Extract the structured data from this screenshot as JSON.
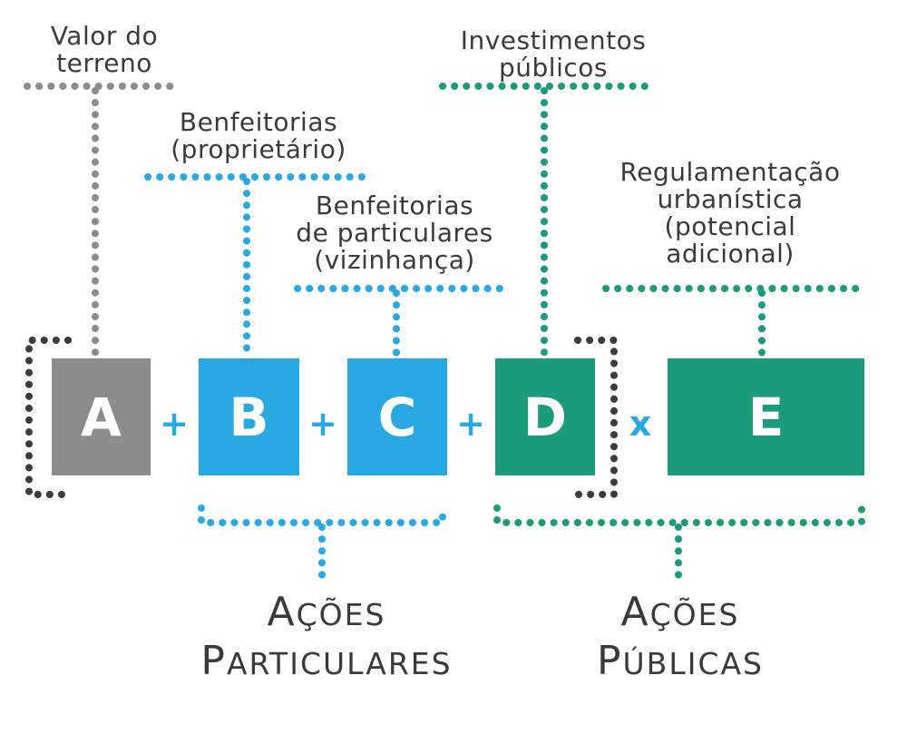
{
  "colors": {
    "gray": "#8c8c8d",
    "blue": "#29a9e1",
    "green": "#1c9b7c",
    "dots_dark": "#3c3c3c",
    "text": "#3a3a3a"
  },
  "labels": {
    "a": [
      "Valor do",
      "terreno"
    ],
    "b": [
      "Benfeitorias",
      "(proprietário)"
    ],
    "c": [
      "Benfeitorias",
      "de particulares",
      "(vizinhança)"
    ],
    "d": [
      "Investimentos",
      "públicos"
    ],
    "e": [
      "Regulamentação",
      "urbanística",
      "(potencial",
      "adicional)"
    ]
  },
  "boxes": {
    "a": "A",
    "b": "B",
    "c": "C",
    "d": "D",
    "e": "E"
  },
  "operators": {
    "plus": "+",
    "times": "x"
  },
  "groups": {
    "particulares": {
      "line1": "Ações",
      "line2": "Particulares"
    },
    "publicas": {
      "line1": "Ações",
      "line2": "Públicas"
    }
  }
}
